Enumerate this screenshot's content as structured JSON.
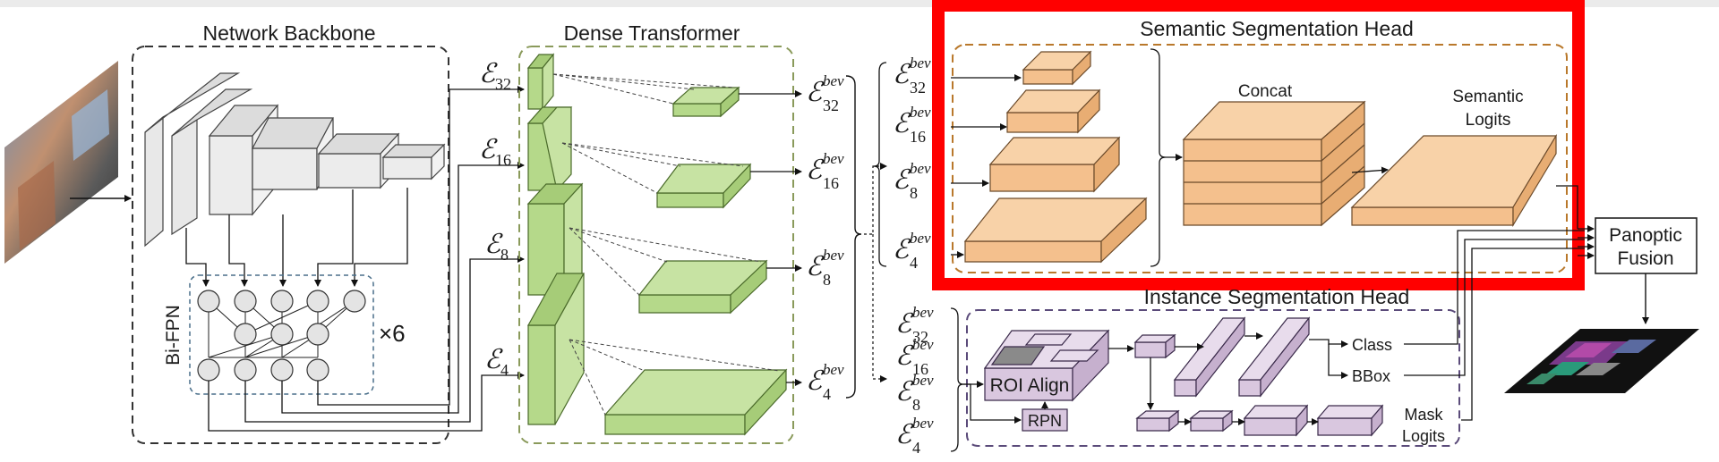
{
  "sections": {
    "backbone": "Network Backbone",
    "dense_transformer": "Dense Transformer",
    "semantic_head": "Semantic Segmentation Head",
    "instance_head": "Instance Segmentation Head",
    "bifpn": "Bi-FPN",
    "repeat": "×6"
  },
  "features": {
    "e_symbol": "ℰ",
    "bev_sup": "bev",
    "scales": [
      "32",
      "16",
      "8",
      "4"
    ]
  },
  "semantic": {
    "concat": "Concat",
    "logits_line1": "Semantic",
    "logits_line2": "Logits"
  },
  "instance": {
    "roi_align": "ROI Align",
    "rpn": "RPN",
    "class": "Class",
    "bbox": "BBox",
    "mask_line1": "Mask",
    "mask_line2": "Logits"
  },
  "fusion": {
    "line1": "Panoptic",
    "line2": "Fusion"
  },
  "colors": {
    "highlight": "#ff0000",
    "backbone_block": "#e6e6e6",
    "transformer_block": "#b5d98a",
    "semantic_block": "#f4c08d",
    "instance_block": "#d9c7df"
  }
}
